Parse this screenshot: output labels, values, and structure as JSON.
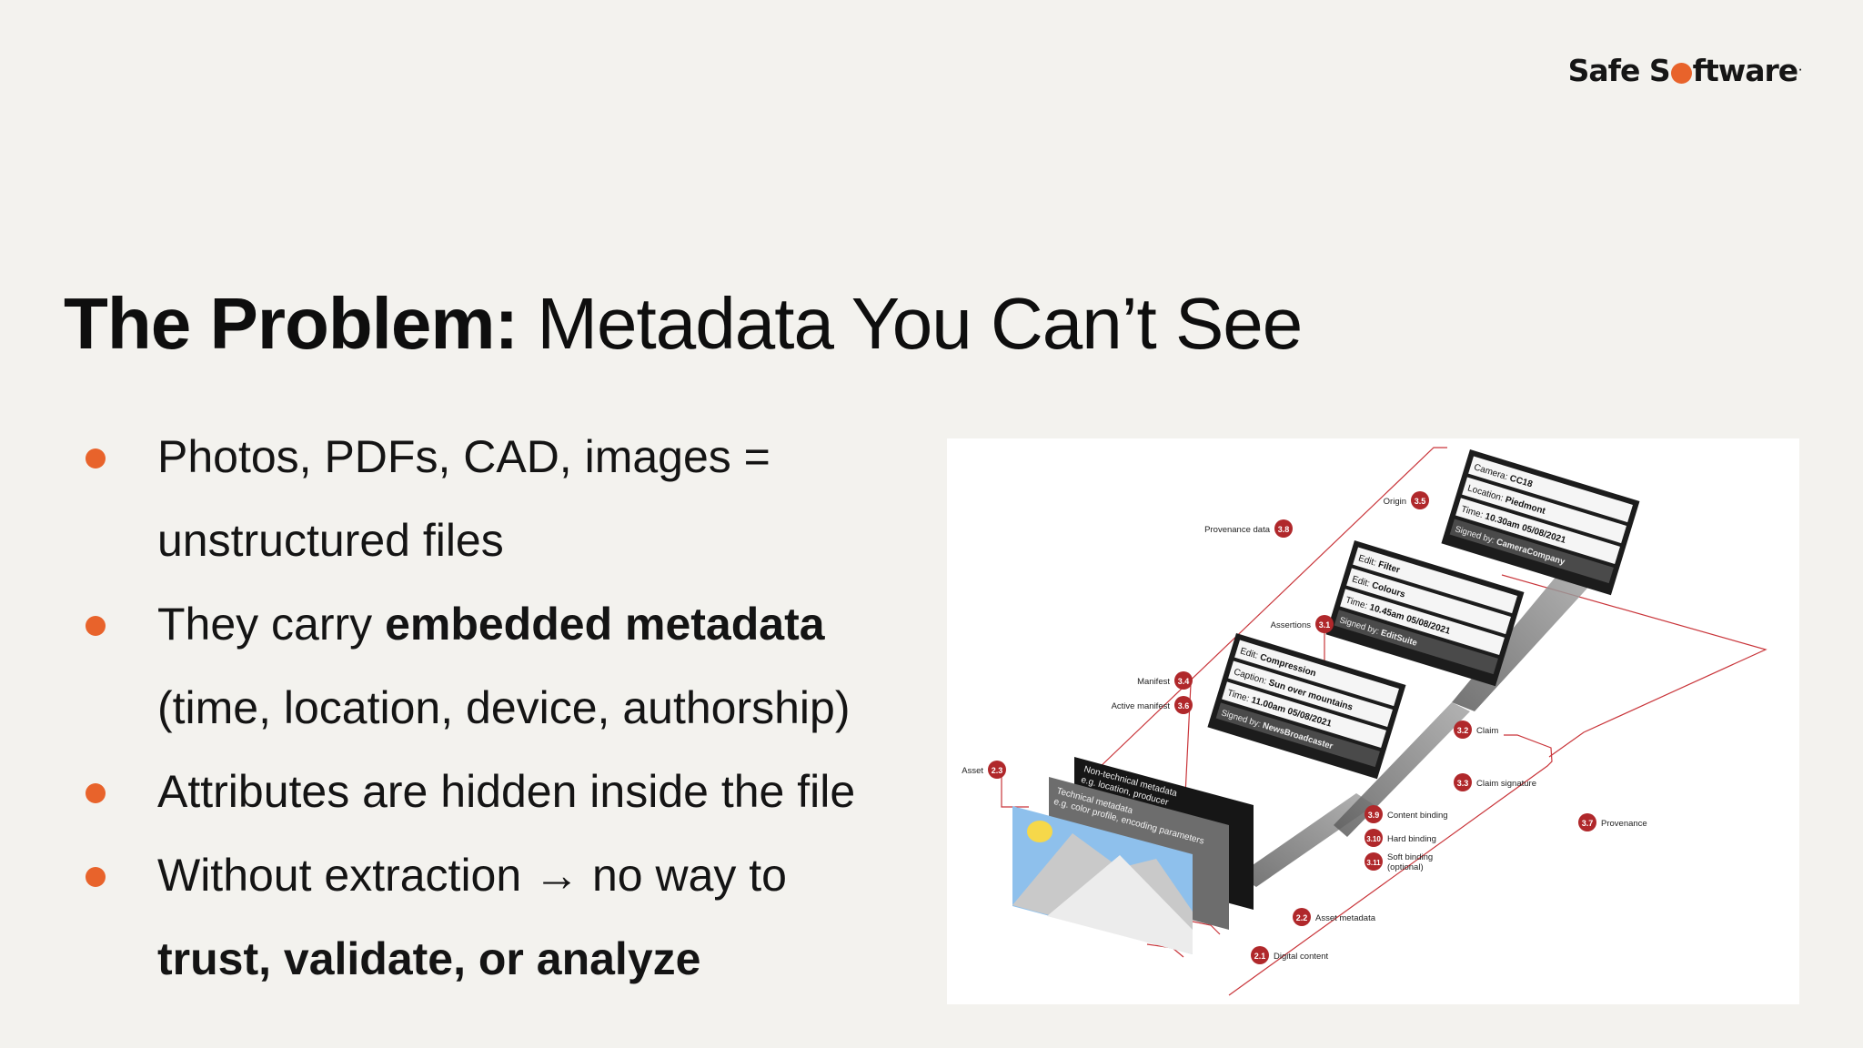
{
  "brand": {
    "logo_text_pre": "Safe S",
    "logo_text_post": "ftware",
    "accent": "#e8632b"
  },
  "title": {
    "bold": "The Problem:",
    "rest": " Metadata You Can’t See"
  },
  "bullets": [
    {
      "text": "Photos, PDFs, CAD, images = unstructured files"
    },
    {
      "pre": "They carry ",
      "bold": "embedded metadata",
      "post": " (time, location, device, authorship)"
    },
    {
      "text": "Attributes are hidden inside the file"
    },
    {
      "pre": "Without extraction → no way to ",
      "bold": "trust, validate, or analyze"
    }
  ],
  "diagram": {
    "card_origin": {
      "rows": [
        {
          "k": "Camera:",
          "v": "CC18"
        },
        {
          "k": "Location:",
          "v": "Piedmont"
        },
        {
          "k": "Time:",
          "v": "10.30am 05/08/2021"
        }
      ],
      "signed_k": "Signed by:",
      "signed_v": "CameraCompany"
    },
    "card_edit": {
      "rows": [
        {
          "k": "Edit:",
          "v": "Filter"
        },
        {
          "k": "Edit:",
          "v": "Colours"
        },
        {
          "k": "Time:",
          "v": "10.45am 05/08/2021"
        }
      ],
      "signed_k": "Signed by:",
      "signed_v": "EditSuite"
    },
    "card_news": {
      "rows": [
        {
          "k": "Edit:",
          "v": "Compression"
        },
        {
          "k": "Caption:",
          "v": "Sun over mountains"
        },
        {
          "k": "Time:",
          "v": "11.00am 05/08/2021"
        }
      ],
      "signed_k": "Signed by:",
      "signed_v": "NewsBroadcaster"
    },
    "nontech": {
      "line1": "Non-technical metadata",
      "line2": "e.g. location, producer"
    },
    "tech": {
      "line1": "Technical metadata",
      "line2": "e.g. color profile, encoding parameters"
    },
    "labels": [
      {
        "num": "3.5",
        "text": "Origin"
      },
      {
        "num": "3.8",
        "text": "Provenance data"
      },
      {
        "num": "3.1",
        "text": "Assertions"
      },
      {
        "num": "3.4",
        "text": "Manifest"
      },
      {
        "num": "3.6",
        "text": "Active manifest"
      },
      {
        "num": "2.3",
        "text": "Asset"
      },
      {
        "num": "3.2",
        "text": "Claim"
      },
      {
        "num": "3.3",
        "text": "Claim signature"
      },
      {
        "num": "3.9",
        "text": "Content binding"
      },
      {
        "num": "3.10",
        "text": "Hard binding"
      },
      {
        "num": "3.11",
        "text": "Soft binding"
      },
      {
        "num": "3.7",
        "text": "Provenance"
      },
      {
        "num": "2.2",
        "text": "Asset metadata"
      },
      {
        "num": "2.1",
        "text": "Digital content"
      }
    ],
    "soft_binding_note": "(optional)",
    "colors": {
      "badge": "#b0282b",
      "outline": "#c9353a",
      "card_dark": "#1c1c1c"
    }
  }
}
